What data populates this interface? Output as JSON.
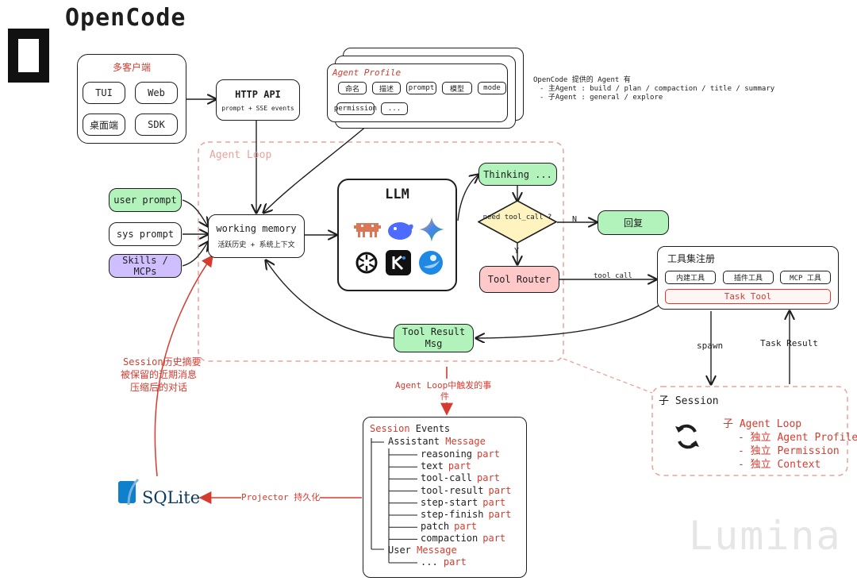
{
  "title": "OpenCode",
  "watermark": "Lumina",
  "clients": {
    "header": "多客户端",
    "items": [
      "TUI",
      "Web",
      "桌面端",
      "SDK"
    ]
  },
  "http_api": {
    "title": "HTTP API",
    "subtitle": "prompt + SSE events"
  },
  "agent_profile": {
    "header": "Agent Profile",
    "chips": [
      "命名",
      "描述",
      "prompt",
      "模型",
      "mode",
      "permission",
      "..."
    ]
  },
  "agent_note": {
    "line1": "OpenCode 提供的 Agent 有",
    "line2": "- 主Agent : build / plan / compaction / title / summary",
    "line3": "- 子Agent : general / explore"
  },
  "agent_loop_label": "Agent Loop",
  "inputs": {
    "user_prompt": "user prompt",
    "sys_prompt": "sys prompt",
    "skills": "Skills / MCPs"
  },
  "working_memory": {
    "title": "working memory",
    "subtitle": "活跃历史 + 系统上下文"
  },
  "llm": {
    "title": "LLM"
  },
  "thinking": "Thinking ...",
  "decision": {
    "text": "need tool_call ?",
    "no": "N",
    "yes": "Y"
  },
  "reply": "回复",
  "tool_router": "Tool Router",
  "tool_call_label": "tool_call",
  "tool_result_msg": {
    "line1": "Tool Result",
    "line2": "Msg"
  },
  "registry": {
    "title": "工具集注册",
    "builtin": "内建工具",
    "plugin": "插件工具",
    "mcp": "MCP 工具",
    "task": "Task Tool"
  },
  "spawn_label": "spawn",
  "task_result_label": "Task Result",
  "sub_session": {
    "title": "子 Session",
    "items": [
      "子 Agent Loop",
      "- 独立 Agent Profile",
      "- 独立 Permission",
      "- 独立 Context"
    ]
  },
  "history_note": [
    "Session历史摘要",
    "被保留的近期消息",
    "压缩后的对话"
  ],
  "events_trigger": {
    "line1": "Agent Loop中触发的事",
    "line2": "件"
  },
  "session_events": {
    "head_a": "Session",
    "head_b": " Events",
    "assistant_a": "Assistant ",
    "assistant_b": "Message",
    "parts": [
      {
        "name": "reasoning",
        "tag": "part"
      },
      {
        "name": "text",
        "tag": "part"
      },
      {
        "name": "tool-call",
        "tag": "part"
      },
      {
        "name": "tool-result",
        "tag": "part"
      },
      {
        "name": "step-start",
        "tag": "part"
      },
      {
        "name": "step-finish",
        "tag": "part"
      },
      {
        "name": "patch",
        "tag": "part"
      },
      {
        "name": "compaction",
        "tag": "part"
      }
    ],
    "user_a": "User ",
    "user_b": "Message",
    "user_part_name": "...",
    "user_part_tag": "part"
  },
  "projector": "Projector 持久化",
  "sqlite": "SQLite",
  "colors": {
    "green": "#b2f2bb",
    "purple": "#d0bfff",
    "pink": "#ffc9c9",
    "red_text": "#d63b2f",
    "dashed": "#e8a39a"
  }
}
